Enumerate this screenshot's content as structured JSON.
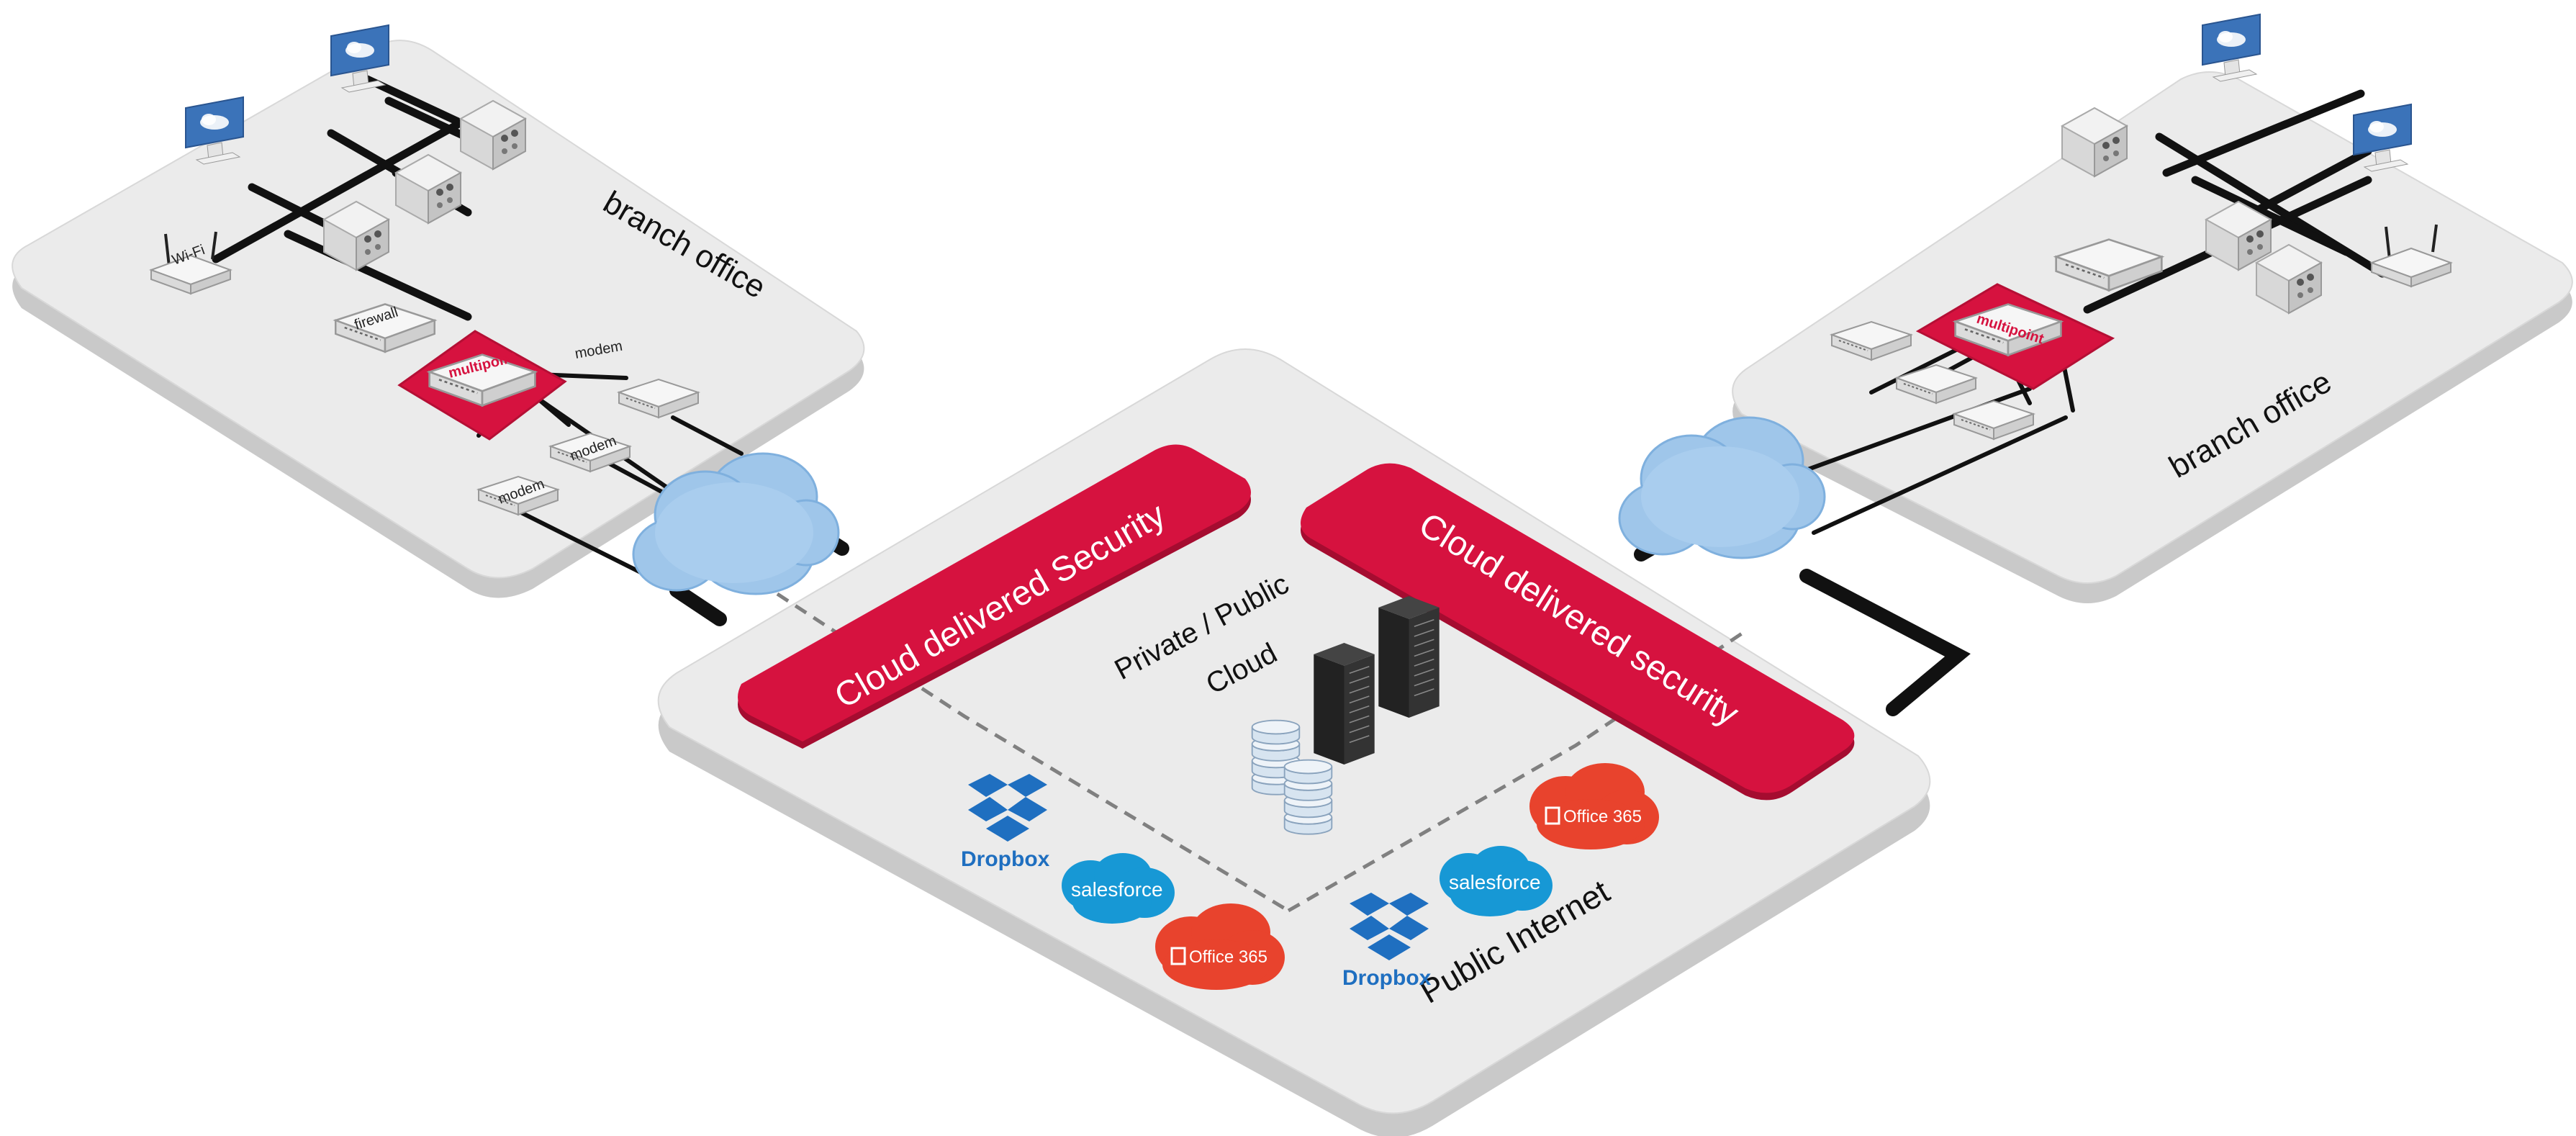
{
  "labels": {
    "branch_left": "branch office",
    "branch_right": "branch office",
    "cloud_security_left": "Cloud  delivered  Security",
    "cloud_security_right": "Cloud delivered security",
    "private_public_line1": "Private / Public",
    "private_public_line2": "Cloud",
    "public_internet": "Public Internet",
    "firewall": "firewall",
    "wifi": "Wi-Fi",
    "modem": "modem",
    "router_brand": "multipoint"
  },
  "apps": {
    "dropbox": "Dropbox",
    "salesforce": "salesforce",
    "office365": "Office 365"
  },
  "colors": {
    "platform_top": "#ebebeb",
    "platform_side": "#c9c9c9",
    "security_red": "#d6123f",
    "cloud_blue": "#9fc6ea",
    "monitor_blue": "#3b73b9",
    "salesforce_blue": "#1798d5",
    "office_red": "#e8432d",
    "dropbox_blue": "#1f6fc0",
    "line_black": "#111111"
  }
}
